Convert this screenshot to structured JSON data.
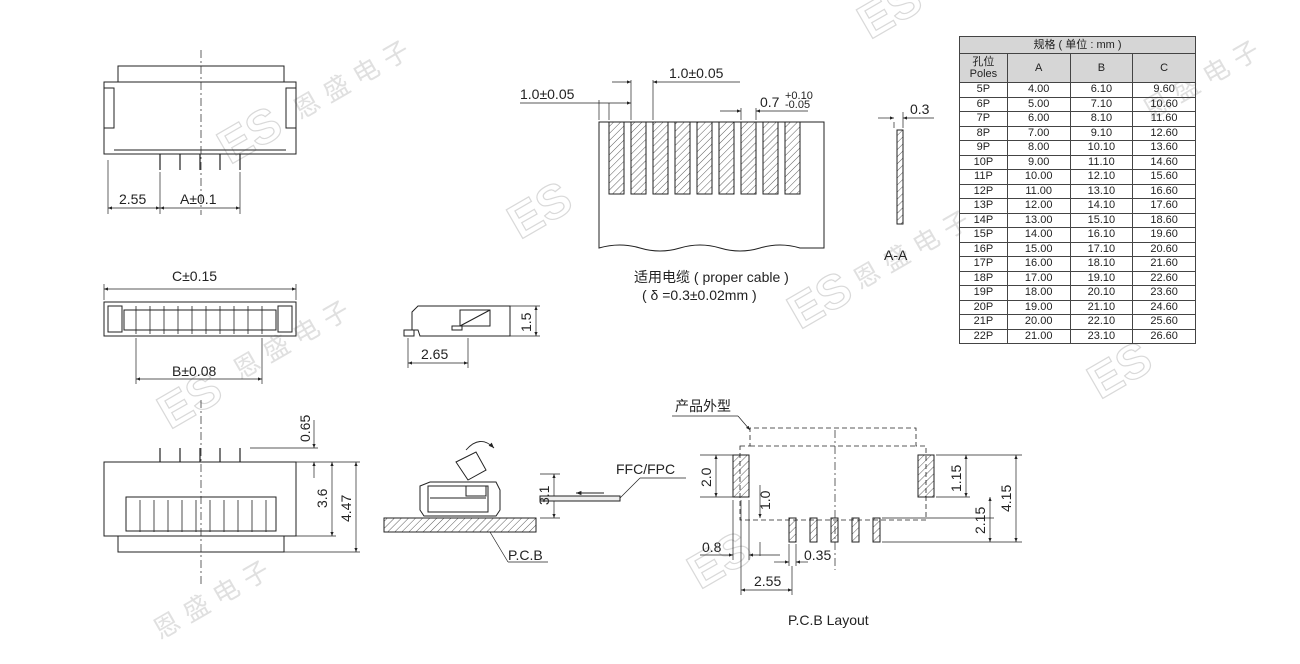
{
  "spec_table": {
    "title": "规格 ( 单位 : mm )",
    "col_pole_cn": "孔位",
    "col_pole_en": "Poles",
    "col_a": "A",
    "col_b": "B",
    "col_c": "C",
    "rows": [
      [
        "5P",
        "4.00",
        "6.10",
        "9.60"
      ],
      [
        "6P",
        "5.00",
        "7.10",
        "10.60"
      ],
      [
        "7P",
        "6.00",
        "8.10",
        "11.60"
      ],
      [
        "8P",
        "7.00",
        "9.10",
        "12.60"
      ],
      [
        "9P",
        "8.00",
        "10.10",
        "13.60"
      ],
      [
        "10P",
        "9.00",
        "11.10",
        "14.60"
      ],
      [
        "11P",
        "10.00",
        "12.10",
        "15.60"
      ],
      [
        "12P",
        "11.00",
        "13.10",
        "16.60"
      ],
      [
        "13P",
        "12.00",
        "14.10",
        "17.60"
      ],
      [
        "14P",
        "13.00",
        "15.10",
        "18.60"
      ],
      [
        "15P",
        "14.00",
        "16.10",
        "19.60"
      ],
      [
        "16P",
        "15.00",
        "17.10",
        "20.60"
      ],
      [
        "17P",
        "16.00",
        "18.10",
        "21.60"
      ],
      [
        "18P",
        "17.00",
        "19.10",
        "22.60"
      ],
      [
        "19P",
        "18.00",
        "20.10",
        "23.60"
      ],
      [
        "20P",
        "19.00",
        "21.10",
        "24.60"
      ],
      [
        "21P",
        "20.00",
        "22.10",
        "25.60"
      ],
      [
        "22P",
        "21.00",
        "23.10",
        "26.60"
      ]
    ]
  },
  "front_view": {
    "dim_left": "2.55",
    "dim_a": "A±0.1"
  },
  "top_view": {
    "dim_c": "C±0.15",
    "dim_b": "B±0.08"
  },
  "bottom_view": {
    "dim_065": "0.65",
    "dim_36": "3.6",
    "dim_447": "4.47"
  },
  "side_view": {
    "dim_15": "1.5",
    "dim_265": "2.65"
  },
  "mount_view": {
    "dim_31": "3.1",
    "ffc_label": "FFC/FPC",
    "pcb_label": "P.C.B"
  },
  "cable": {
    "dim_pitch_left": "1.0±0.05",
    "dim_pitch_top": "1.0±0.05",
    "dim_width_base": "0.7",
    "dim_width_tol_plus": "+0.10",
    "dim_width_tol_minus": "-0.05",
    "caption_line1": "适用电缆 ( proper cable )",
    "caption_line2": "( δ =0.3±0.02mm )"
  },
  "section_aa": {
    "dim_thickness": "0.3",
    "label": "A-A"
  },
  "pcb_layout": {
    "outline_label": "产品外型",
    "dim_20": "2.0",
    "dim_10": "1.0",
    "dim_08": "0.8",
    "dim_035": "0.35",
    "dim_255": "2.55",
    "dim_115": "1.15",
    "dim_215": "2.15",
    "dim_415": "4.15",
    "title": "P.C.B Layout"
  },
  "watermark": {
    "brand": "ES",
    "chars": "恩 盛 电 子"
  },
  "icons": [
    "rotate-arrow-icon",
    "insert-arrow-icon"
  ]
}
